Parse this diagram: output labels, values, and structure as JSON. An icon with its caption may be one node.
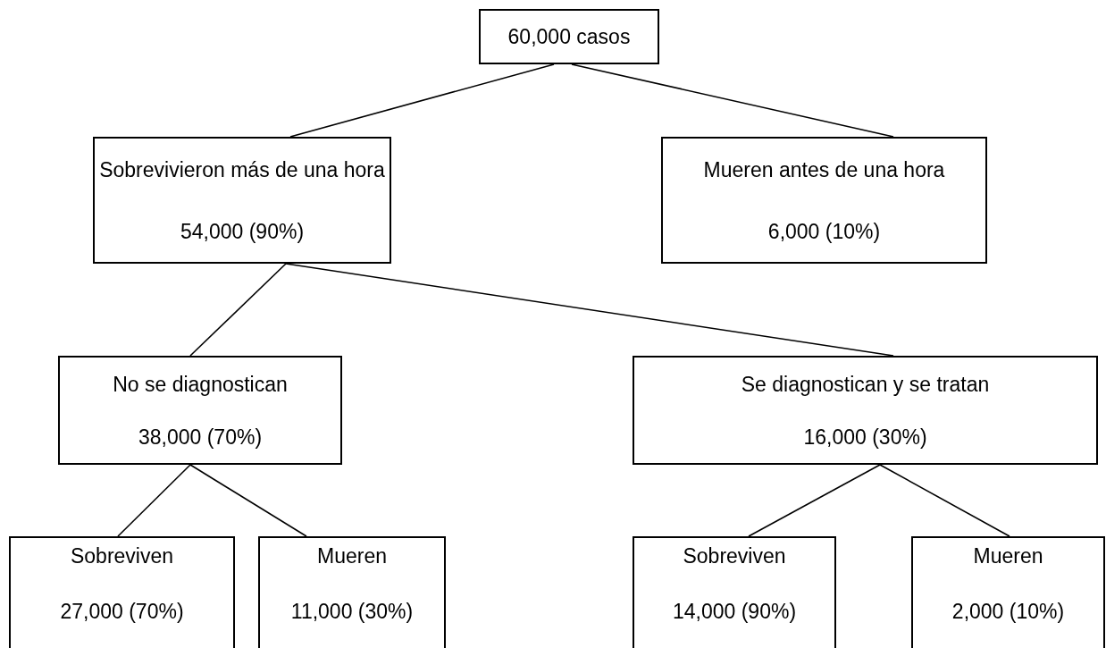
{
  "diagram": {
    "nodes": [
      {
        "text": [
          "60,000 casos"
        ]
      },
      {
        "text": [
          "Sobrevivieron más de una hora",
          "54,000 (90%)"
        ]
      },
      {
        "text": [
          "Mueren antes de una hora",
          "6,000 (10%)"
        ]
      },
      {
        "text": [
          "No se diagnostican",
          "38,000 (70%)"
        ]
      },
      {
        "text": [
          "Se diagnostican y se tratan",
          "16,000 (30%)"
        ]
      },
      {
        "text": [
          "Sobreviven",
          "27,000 (70%)"
        ]
      },
      {
        "text": [
          "Mueren",
          "11,000 (30%)"
        ]
      },
      {
        "text": [
          "Sobreviven",
          "14,000 (90%)"
        ]
      },
      {
        "text": [
          "Mueren",
          "2,000 (10%)"
        ]
      }
    ],
    "edges": [
      {
        "from": 0,
        "to": 1,
        "arrow": "none"
      },
      {
        "from": 0,
        "to": 2,
        "arrow": "none"
      },
      {
        "from": 1,
        "to": 3,
        "arrow": "none"
      },
      {
        "from": 1,
        "to": 4,
        "arrow": "none"
      },
      {
        "from": 3,
        "to": 5,
        "arrow": "none"
      },
      {
        "from": 3,
        "to": 6,
        "arrow": "none"
      },
      {
        "from": 4,
        "to": 7,
        "arrow": "none"
      },
      {
        "from": 4,
        "to": 8,
        "arrow": "none"
      }
    ]
  }
}
